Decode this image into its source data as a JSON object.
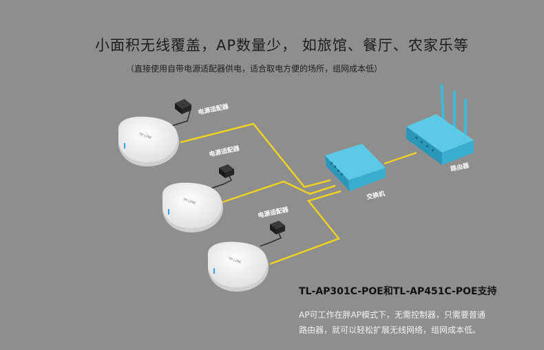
{
  "header": {
    "title": "小面积无线覆盖，AP数量少， 如旅馆、餐厅、农家乐等",
    "subtitle": "（直接使用自带电源适配器供电，适合取电方便的场所，组网成本低）"
  },
  "diagram": {
    "adapter_labels": [
      "电源适配器",
      "电源适配器",
      "电源适配器"
    ],
    "switch_label": "交换机",
    "router_label": "路由器",
    "ap_logo_text": "TP-LINK",
    "colors": {
      "background": "#8e8e8e",
      "cable": "#f0d21f",
      "device_blue": "#3fb7d6",
      "ap_white": "#f5f5f5"
    }
  },
  "footer": {
    "model_title": "TL-AP301C-POE和TL-AP451C-POE支持",
    "desc_line1": "AP可工作在胖AP模式下，无需控制器，只需要普通",
    "desc_line2": "路由器，就可以轻松扩展无线网络，组网成本低。"
  }
}
